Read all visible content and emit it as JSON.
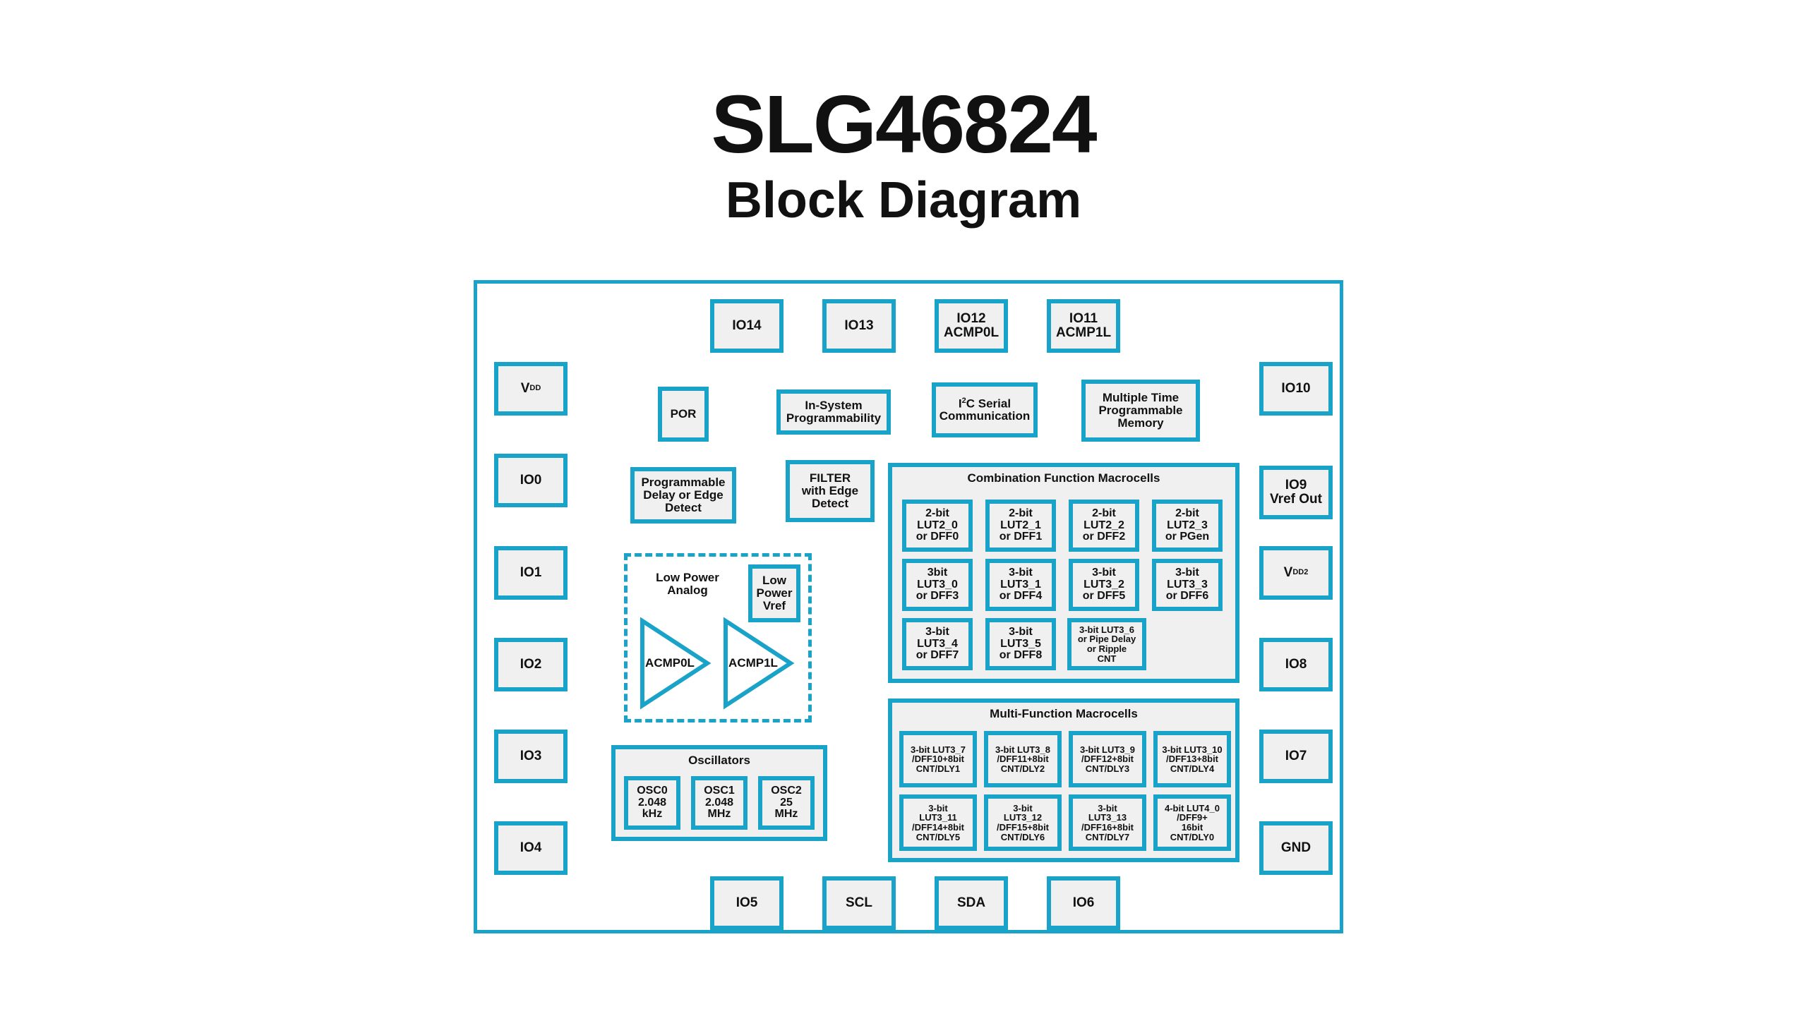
{
  "title": "SLG46824",
  "subtitle": "Block Diagram",
  "pins": {
    "top": [
      "IO14",
      "IO13",
      "IO12\nACMP0L",
      "IO11\nACMP1L"
    ],
    "left": [
      "IO0",
      "IO1",
      "IO2",
      "IO3",
      "IO4"
    ],
    "vdd_main": "V",
    "vdd_sub": "DD",
    "right": [
      "IO10",
      "IO9\nVref Out",
      "IO8",
      "IO7",
      "GND"
    ],
    "vdd2_main": "V",
    "vdd2_sub": "DD2",
    "bottom": [
      "IO5",
      "SCL",
      "SDA",
      "IO6"
    ]
  },
  "blocks": {
    "por": "POR",
    "isp": "In-System\nProgrammability",
    "i2c_sup": "2",
    "i2c_pre": "I",
    "i2c_post": "C Serial\nCommunication",
    "mtp": "Multiple Time\nProgrammable\nMemory",
    "pdly": "Programmable\nDelay or Edge\nDetect",
    "filter": "FILTER\nwith Edge\nDetect"
  },
  "low_power_analog": {
    "title": "Low Power\nAnalog",
    "vref": "Low\nPower\nVref",
    "acmp0": "ACMP0L",
    "acmp1": "ACMP1L"
  },
  "oscillators": {
    "title": "Oscillators",
    "items": [
      "OSC0\n2.048\nkHz",
      "OSC1\n2.048\nMHz",
      "OSC2\n25\nMHz"
    ]
  },
  "combination": {
    "title": "Combination Function Macrocells",
    "cells": [
      "2-bit\nLUT2_0\nor DFF0",
      "2-bit\nLUT2_1\nor DFF1",
      "2-bit\nLUT2_2\nor DFF2",
      "2-bit\nLUT2_3\nor PGen",
      "3bit\nLUT3_0\nor DFF3",
      "3-bit\nLUT3_1\nor DFF4",
      "3-bit\nLUT3_2\nor DFF5",
      "3-bit\nLUT3_3\nor DFF6",
      "3-bit\nLUT3_4\nor DFF7",
      "3-bit\nLUT3_5\nor DFF8",
      "3-bit LUT3_6\nor Pipe Delay\nor Ripple\nCNT"
    ]
  },
  "multifunction": {
    "title": "Multi-Function Macrocells",
    "cells": [
      "3-bit LUT3_7\n/DFF10+8bit\nCNT/DLY1",
      "3-bit LUT3_8\n/DFF11+8bit\nCNT/DLY2",
      "3-bit LUT3_9\n/DFF12+8bit\nCNT/DLY3",
      "3-bit LUT3_10\n/DFF13+8bit\nCNT/DLY4",
      "3-bit\nLUT3_11\n/DFF14+8bit\nCNT/DLY5",
      "3-bit\nLUT3_12\n/DFF15+8bit\nCNT/DLY6",
      "3-bit\nLUT3_13\n/DFF16+8bit\nCNT/DLY7",
      "4-bit LUT4_0\n/DFF9+\n16bit\nCNT/DLY0"
    ]
  },
  "colors": {
    "accent": "#1aa3c8",
    "fill": "#f0f0f0"
  }
}
